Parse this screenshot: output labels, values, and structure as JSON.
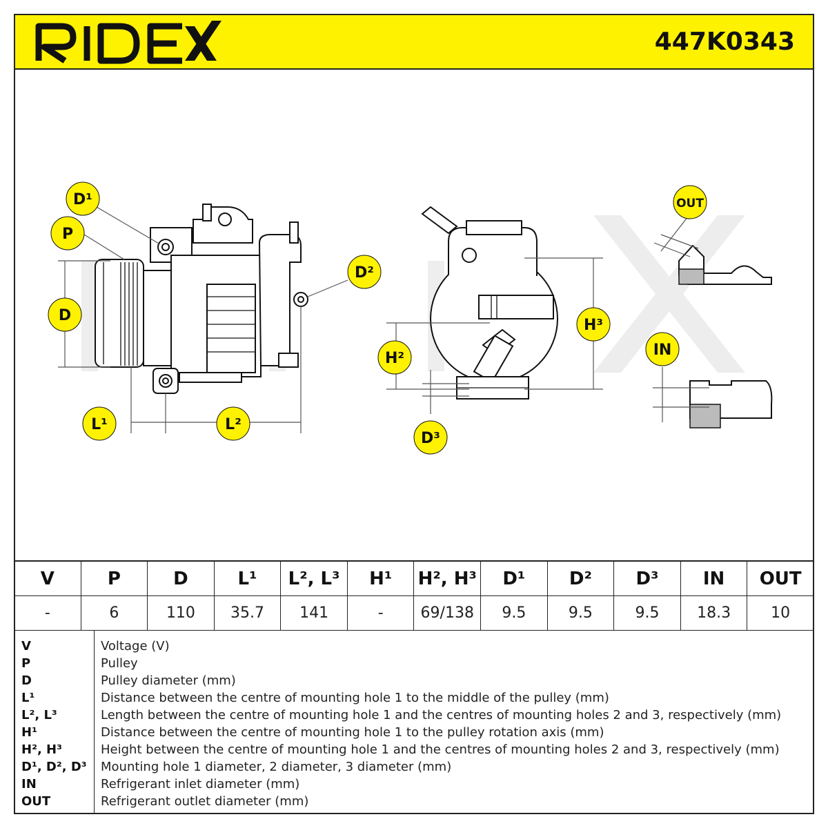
{
  "brand": {
    "logo_text": "RIDEX",
    "part_number": "447K0343",
    "header_color": "#fff200",
    "bubble_color": "#fff200"
  },
  "callouts": {
    "d1": "D¹",
    "p": "P",
    "d": "D",
    "d2": "D²",
    "l1": "L¹",
    "l2": "L²",
    "h2": "H²",
    "h3": "H³",
    "d3": "D³",
    "out": "OUT",
    "in": "IN"
  },
  "spec_table": {
    "headers": [
      "V",
      "P",
      "D",
      "L¹",
      "L², L³",
      "H¹",
      "H², H³",
      "D¹",
      "D²",
      "D³",
      "IN",
      "OUT"
    ],
    "values": [
      "-",
      "6",
      "110",
      "35.7",
      "141",
      "-",
      "69/138",
      "9.5",
      "9.5",
      "9.5",
      "18.3",
      "10"
    ]
  },
  "legend": [
    {
      "key": "V",
      "desc": "Voltage (V)"
    },
    {
      "key": "P",
      "desc": "Pulley"
    },
    {
      "key": "D",
      "desc": "Pulley diameter (mm)"
    },
    {
      "key": "L¹",
      "desc": "Distance between the centre of mounting hole 1 to the middle of the pulley (mm)"
    },
    {
      "key": "L², L³",
      "desc": "Length between the centre of mounting hole 1 and the centres of mounting holes 2 and 3, respectively (mm)"
    },
    {
      "key": "H¹",
      "desc": "Distance between the centre of mounting hole 1 to the pulley rotation axis (mm)"
    },
    {
      "key": "H², H³",
      "desc": "Height between the centre of mounting hole 1 and the centres of mounting holes 2 and 3, respectively (mm)"
    },
    {
      "key": "D¹, D², D³",
      "desc": "Mounting hole 1 diameter, 2 diameter, 3 diameter (mm)"
    },
    {
      "key": "IN",
      "desc": "Refrigerant inlet diameter (mm)"
    },
    {
      "key": "OUT",
      "desc": "Refrigerant outlet diameter (mm)"
    }
  ]
}
